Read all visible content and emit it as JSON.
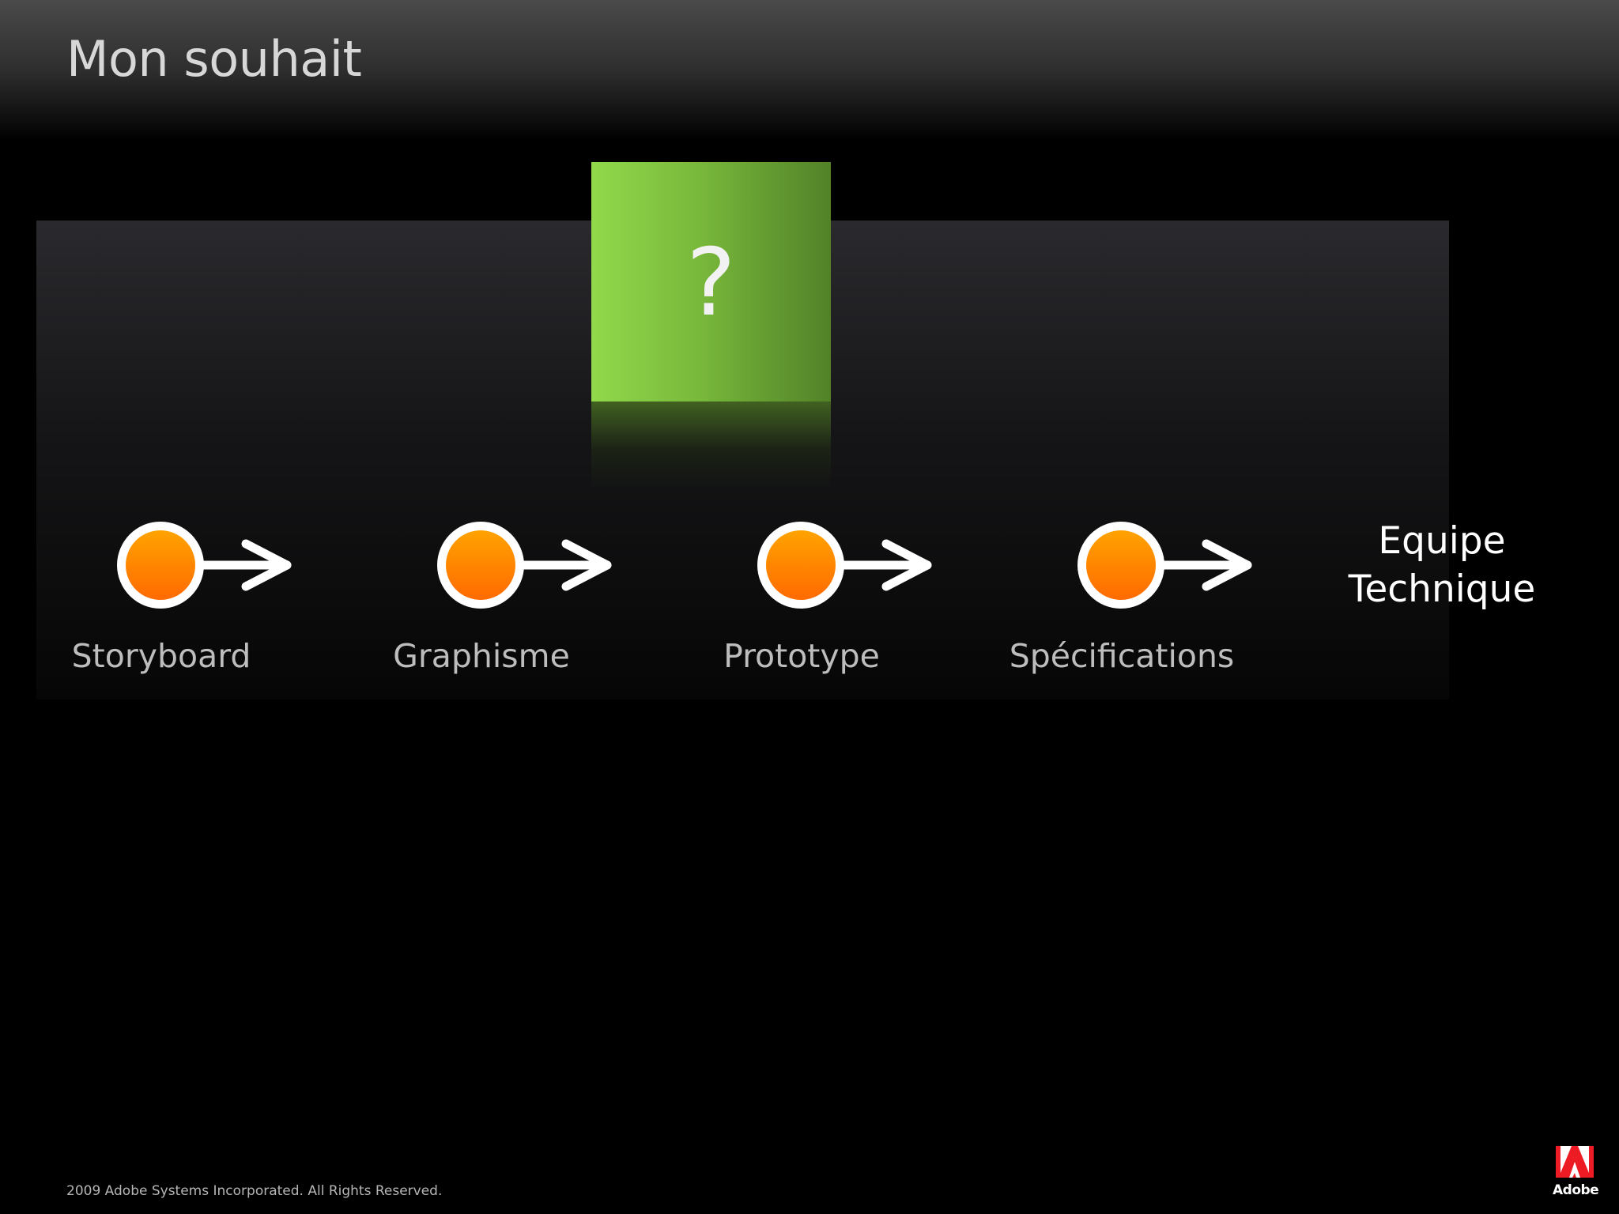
{
  "slide": {
    "title": "Mon souhait",
    "question_box": {
      "symbol": "?"
    },
    "steps": [
      {
        "label": "Storyboard"
      },
      {
        "label": "Graphisme"
      },
      {
        "label": "Prototype"
      },
      {
        "label": "Spécifications"
      }
    ],
    "final_target": {
      "line1": "Equipe",
      "line2": "Technique"
    },
    "footer": {
      "copyright": "2009 Adobe Systems Incorporated.  All Rights Reserved.",
      "logo_text": "Adobe"
    }
  },
  "colors": {
    "background": "#000000",
    "question_box": "#7ec43f",
    "node_orange": "#ff8a00",
    "node_ring": "#ffffff",
    "label_gray": "#bdbdbd",
    "adobe_red": "#ed1c24"
  },
  "icons": {
    "step_node": "circle-arrow-icon",
    "adobe": "adobe-logo-icon"
  }
}
